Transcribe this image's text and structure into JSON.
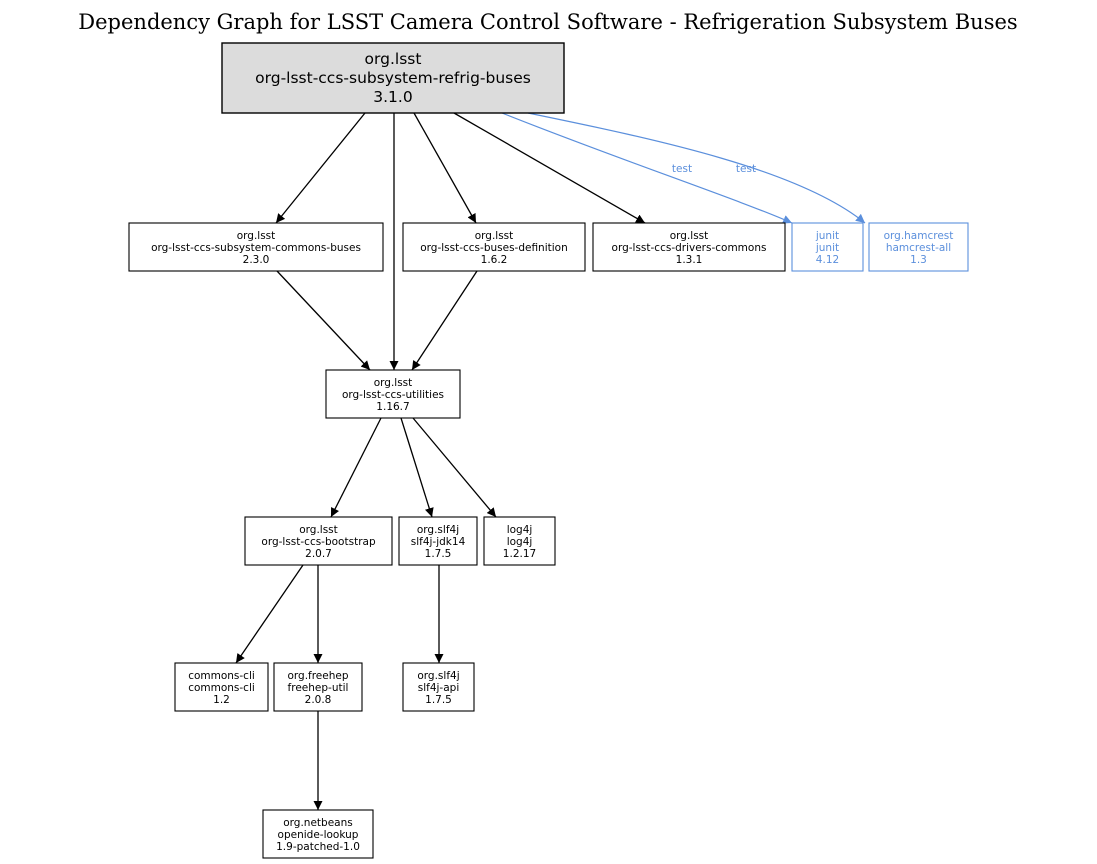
{
  "title": "Dependency Graph for LSST Camera Control Software - Refrigeration Subsystem Buses",
  "colors": {
    "normal": "#000000",
    "test": "#5b8fdc",
    "root_fill": "#dcdcdc"
  },
  "nodes": {
    "root": {
      "group": "org.lsst",
      "artifact": "org-lsst-ccs-subsystem-refrig-buses",
      "version": "3.1.0",
      "kind": "root"
    },
    "commons_bus": {
      "group": "org.lsst",
      "artifact": "org-lsst-ccs-subsystem-commons-buses",
      "version": "2.3.0",
      "kind": "normal"
    },
    "buses_def": {
      "group": "org.lsst",
      "artifact": "org-lsst-ccs-buses-definition",
      "version": "1.6.2",
      "kind": "normal"
    },
    "drivers": {
      "group": "org.lsst",
      "artifact": "org-lsst-ccs-drivers-commons",
      "version": "1.3.1",
      "kind": "normal"
    },
    "junit": {
      "group": "junit",
      "artifact": "junit",
      "version": "4.12",
      "kind": "test"
    },
    "hamcrest": {
      "group": "org.hamcrest",
      "artifact": "hamcrest-all",
      "version": "1.3",
      "kind": "test"
    },
    "utilities": {
      "group": "org.lsst",
      "artifact": "org-lsst-ccs-utilities",
      "version": "1.16.7",
      "kind": "normal"
    },
    "bootstrap": {
      "group": "org.lsst",
      "artifact": "org-lsst-ccs-bootstrap",
      "version": "2.0.7",
      "kind": "normal"
    },
    "slf4j_jdk": {
      "group": "org.slf4j",
      "artifact": "slf4j-jdk14",
      "version": "1.7.5",
      "kind": "normal"
    },
    "log4j": {
      "group": "log4j",
      "artifact": "log4j",
      "version": "1.2.17",
      "kind": "normal"
    },
    "cli": {
      "group": "commons-cli",
      "artifact": "commons-cli",
      "version": "1.2",
      "kind": "normal"
    },
    "freehep": {
      "group": "org.freehep",
      "artifact": "freehep-util",
      "version": "2.0.8",
      "kind": "normal"
    },
    "slf4j_api": {
      "group": "org.slf4j",
      "artifact": "slf4j-api",
      "version": "1.7.5",
      "kind": "normal"
    },
    "lookup": {
      "group": "org.netbeans",
      "artifact": "openide-lookup",
      "version": "1.9-patched-1.0",
      "kind": "normal"
    }
  },
  "edges": [
    {
      "from": "root",
      "to": "commons_bus"
    },
    {
      "from": "root",
      "to": "utilities"
    },
    {
      "from": "root",
      "to": "buses_def"
    },
    {
      "from": "root",
      "to": "drivers"
    },
    {
      "from": "root",
      "to": "junit",
      "label": "test",
      "kind": "test"
    },
    {
      "from": "root",
      "to": "hamcrest",
      "label": "test",
      "kind": "test"
    },
    {
      "from": "commons_bus",
      "to": "utilities"
    },
    {
      "from": "buses_def",
      "to": "utilities"
    },
    {
      "from": "utilities",
      "to": "bootstrap"
    },
    {
      "from": "utilities",
      "to": "slf4j_jdk"
    },
    {
      "from": "utilities",
      "to": "log4j"
    },
    {
      "from": "bootstrap",
      "to": "cli"
    },
    {
      "from": "bootstrap",
      "to": "freehep"
    },
    {
      "from": "slf4j_jdk",
      "to": "slf4j_api"
    },
    {
      "from": "freehep",
      "to": "lookup"
    }
  ]
}
